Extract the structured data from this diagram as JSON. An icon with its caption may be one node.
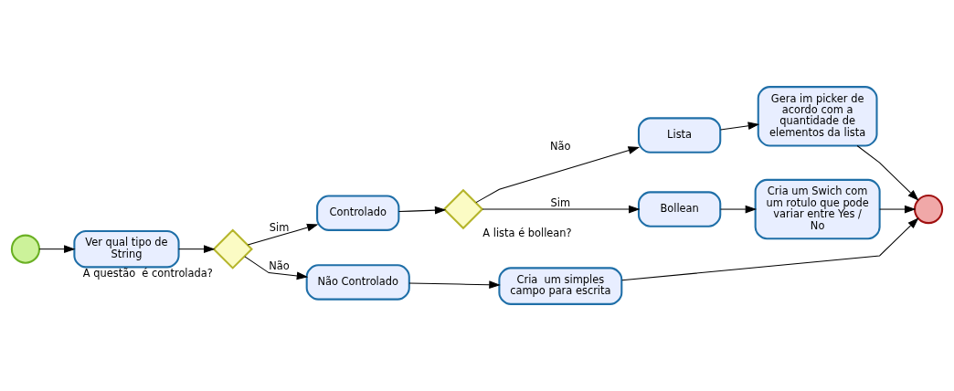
{
  "diagram": {
    "nodes": [
      {
        "text": [],
        "shape": "circle"
      },
      {
        "text": [
          "Ver qual tipo de String"
        ]
      },
      {
        "text": [],
        "shape": "diamond",
        "beside": [
          "A questão  é controlada?"
        ]
      },
      {
        "text": [
          "Controlado"
        ]
      },
      {
        "text": [
          "Não Controlado"
        ]
      },
      {
        "text": [],
        "shape": "diamond",
        "beside": [
          "A lista é bollean?"
        ]
      },
      {
        "text": [
          "Lista"
        ]
      },
      {
        "text": [
          "Bollean"
        ]
      },
      {
        "text": [
          "Gera im picker de acordo com a quantidade de elementos da lista"
        ]
      },
      {
        "text": [
          "Cria um Swich com um rotulo que pode variar entre Yes / No"
        ]
      },
      {
        "text": [
          "Cria  um simples campo para escrita"
        ]
      },
      {
        "text": [],
        "shape": "circle"
      }
    ],
    "edges": [
      {
        "from": 0,
        "to": 1,
        "arrow": "to"
      },
      {
        "from": 1,
        "to": 2,
        "arrow": "to"
      },
      {
        "from": 2,
        "to": 3,
        "arrow": "to",
        "label": "Sim"
      },
      {
        "from": 2,
        "to": 4,
        "arrow": "to",
        "label": "Não"
      },
      {
        "from": 3,
        "to": 5,
        "arrow": "to"
      },
      {
        "from": 5,
        "to": 6,
        "arrow": "to",
        "label": "Não"
      },
      {
        "from": 5,
        "to": 7,
        "arrow": "to",
        "label": "Sim"
      },
      {
        "from": 6,
        "to": 8,
        "arrow": "to"
      },
      {
        "from": 7,
        "to": 9,
        "arrow": "to"
      },
      {
        "from": 4,
        "to": 10,
        "arrow": "to"
      },
      {
        "from": 8,
        "to": 11,
        "arrow": "to"
      },
      {
        "from": 9,
        "to": 11,
        "arrow": "to"
      },
      {
        "from": 10,
        "to": 11,
        "arrow": "to"
      }
    ]
  }
}
